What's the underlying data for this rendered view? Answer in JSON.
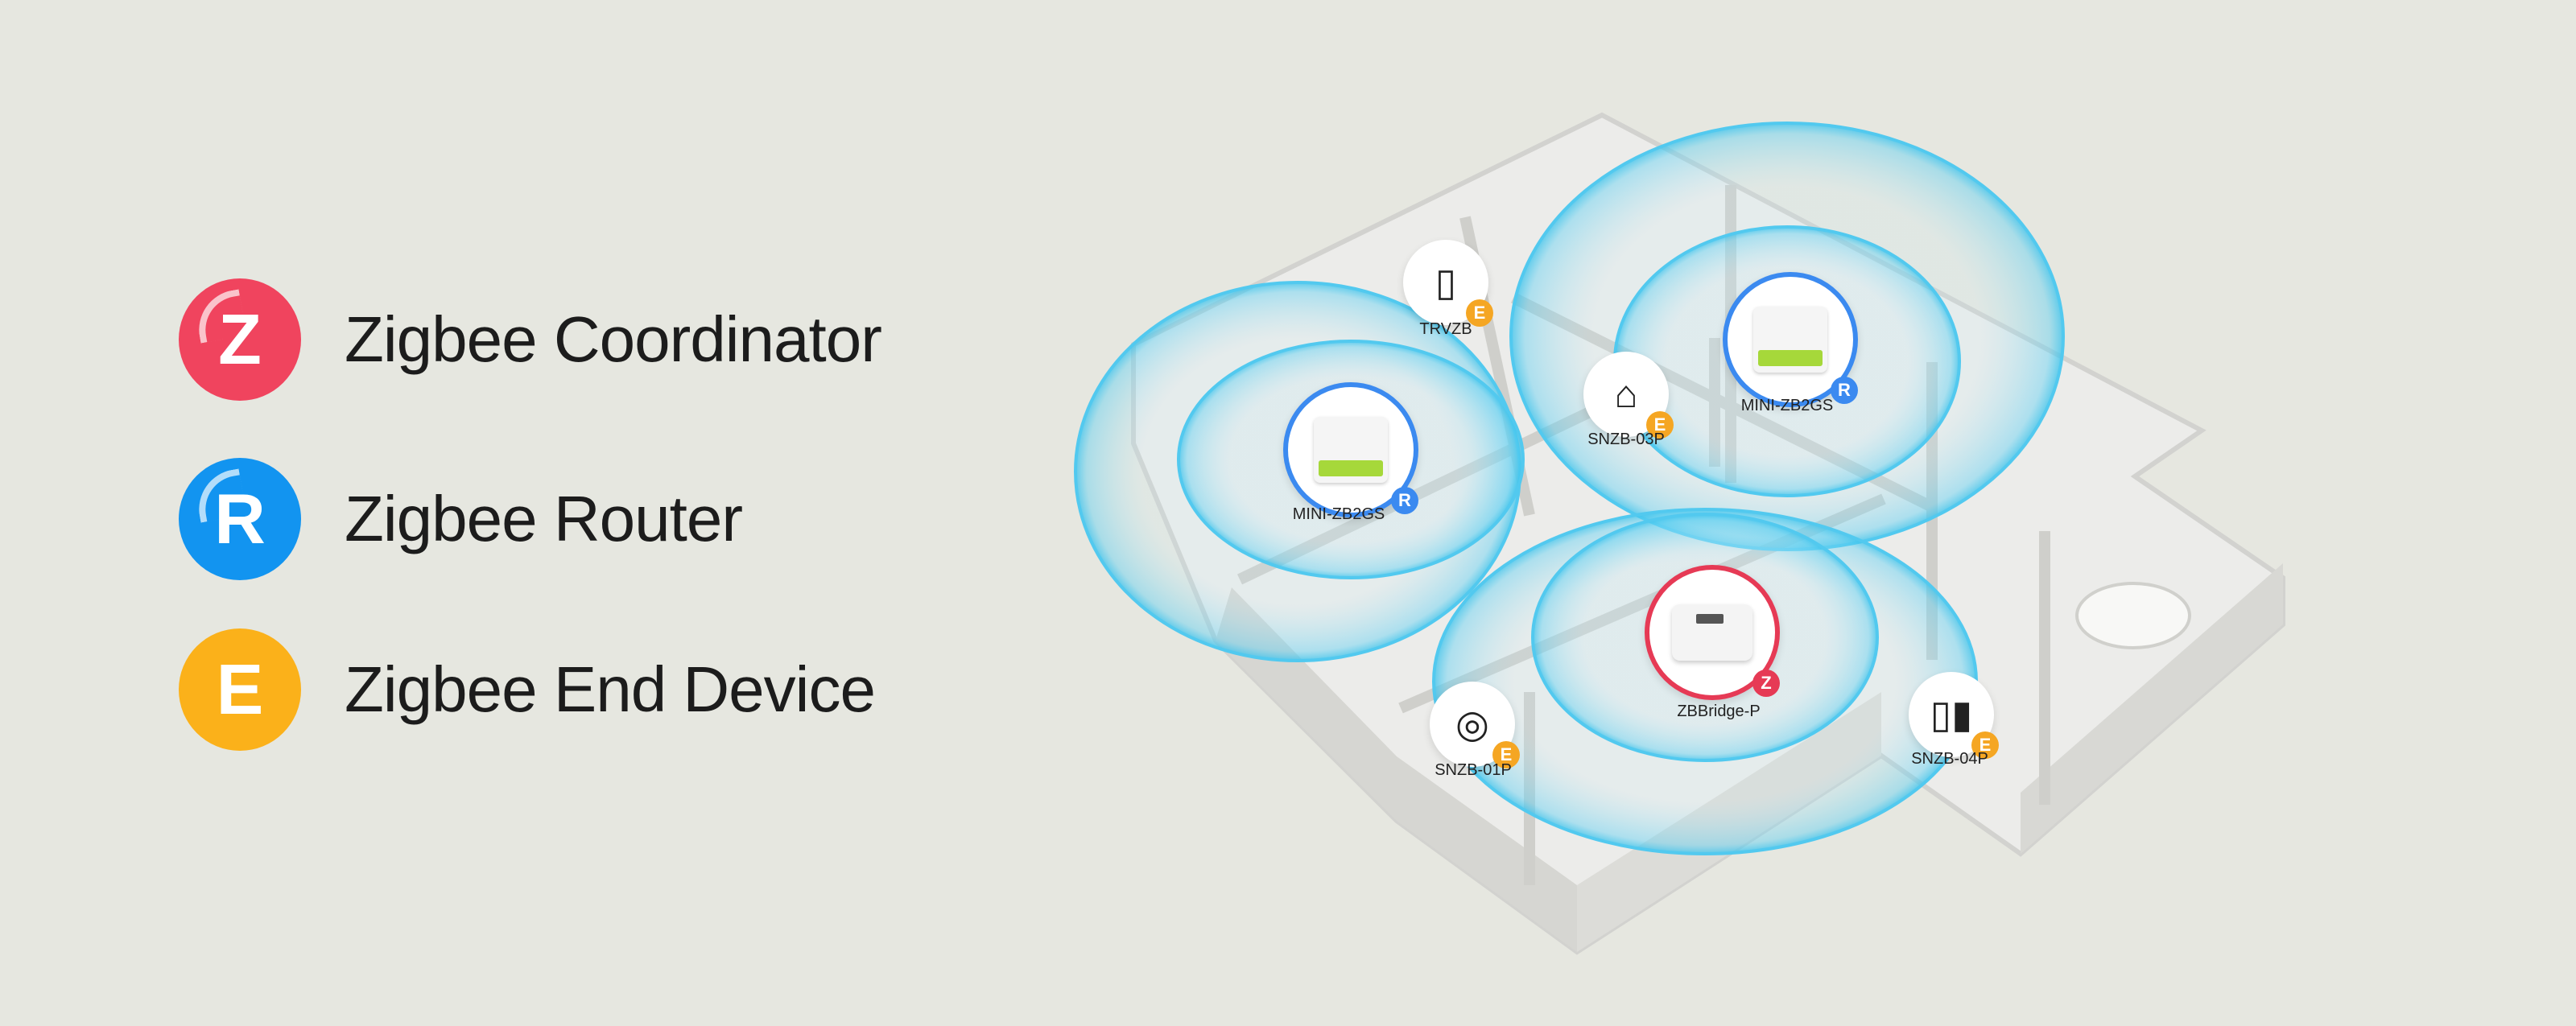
{
  "legend": [
    {
      "label": "Zigbee Coordinator",
      "letter": "Z",
      "color": "#f0445e",
      "icon": "coordinator-icon"
    },
    {
      "label": "Zigbee Router",
      "letter": "R",
      "color": "#1294f0",
      "icon": "router-icon"
    },
    {
      "label": "Zigbee End Device",
      "letter": "E",
      "color": "#fbb11a",
      "icon": "end-device-icon"
    }
  ],
  "devices": {
    "trvzb": {
      "label": "TRVZB",
      "role": "E"
    },
    "mini_left": {
      "label": "MINI-ZB2GS",
      "role": "R"
    },
    "snzb03p": {
      "label": "SNZB-03P",
      "role": "E"
    },
    "mini_right": {
      "label": "MINI-ZB2GS",
      "role": "R"
    },
    "zbbridge": {
      "label": "ZBBridge-P",
      "role": "Z"
    },
    "snzb01p": {
      "label": "SNZB-01P",
      "role": "E"
    },
    "snzb04p": {
      "label": "SNZB-04P",
      "role": "E"
    }
  },
  "colors": {
    "signal": "#3cc3ec",
    "router": "#3b8af0",
    "coordinator": "#e63a55",
    "end": "#f5a623"
  }
}
